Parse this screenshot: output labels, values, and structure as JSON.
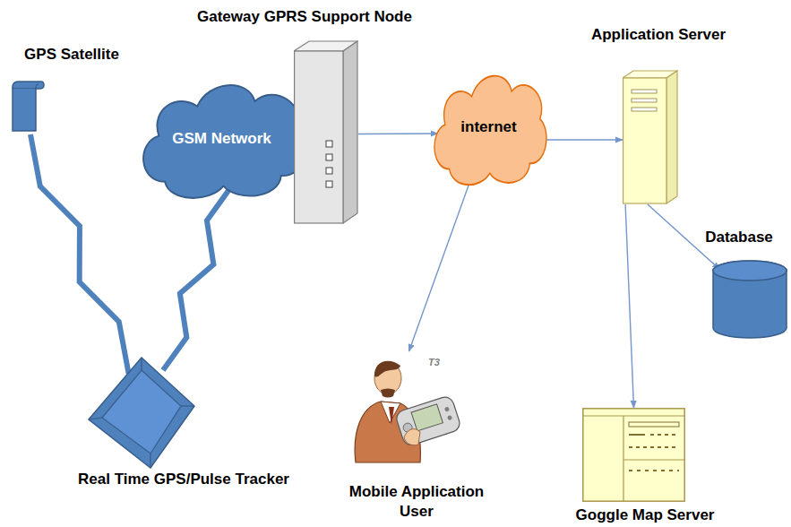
{
  "diagram": {
    "nodes": [
      {
        "text": [
          "GPS Satellite"
        ]
      },
      {
        "text": [
          "GSM Network"
        ]
      },
      {
        "text": [
          "Gateway GPRS Support Node"
        ]
      },
      {
        "text": [
          "internet"
        ]
      },
      {
        "text": [
          "Application Server"
        ]
      },
      {
        "text": [
          "Database"
        ]
      },
      {
        "text": [
          "Real Time GPS/Pulse Tracker"
        ]
      },
      {
        "text": [
          "Mobile Application User"
        ]
      },
      {
        "text": [
          "Goggle Map Server"
        ]
      }
    ],
    "edges": [
      {
        "from": 0,
        "to": 6,
        "arrow": "none"
      },
      {
        "from": 6,
        "to": 1,
        "arrow": "none"
      },
      {
        "from": 2,
        "to": 3,
        "arrow": "to"
      },
      {
        "from": 3,
        "to": 4,
        "arrow": "to"
      },
      {
        "from": 3,
        "to": 7,
        "arrow": "to"
      },
      {
        "from": 4,
        "to": 5,
        "arrow": "to"
      },
      {
        "from": 4,
        "to": 8,
        "arrow": "to"
      }
    ],
    "labels": [
      "T3"
    ]
  }
}
